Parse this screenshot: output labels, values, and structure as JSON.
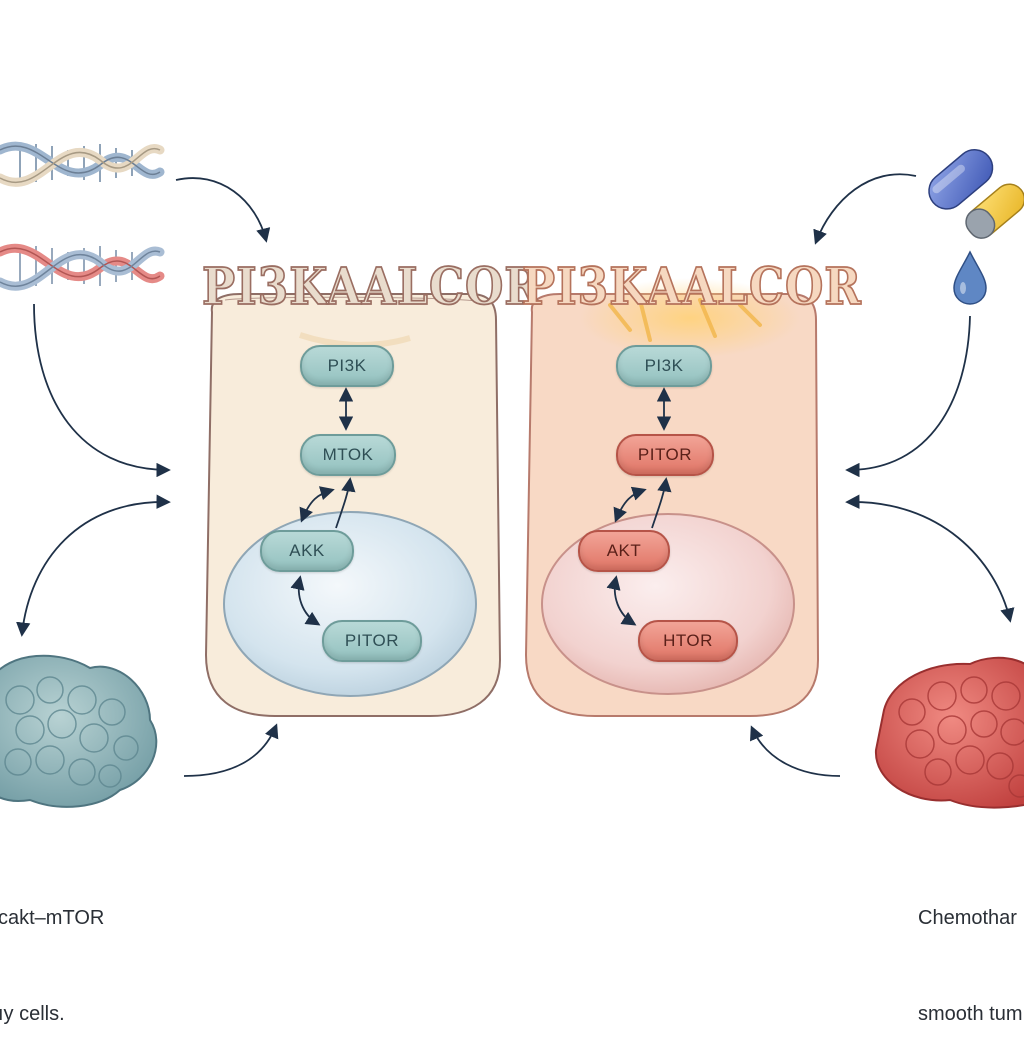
{
  "cells": {
    "left": {
      "title": "PI3KAALCOR",
      "proteins": {
        "top": "PI3K",
        "middle": "MTOK",
        "nucleus_left": "AKK",
        "nucleus_right": "PITOR"
      }
    },
    "right": {
      "title": "PI3KAALCOR",
      "proteins": {
        "top": "PI3K",
        "middle": "PITOR",
        "nucleus_left": "AKT",
        "nucleus_right": "HTOR"
      }
    }
  },
  "captions": {
    "left_line1": "cakt–mTOR",
    "left_line2": "ıy cells.",
    "right_line1": "Chemothar",
    "right_line2": "smooth tum"
  },
  "colors": {
    "arrow": "#1f3148",
    "cell_left_fill": "#f8ecdb",
    "cell_right_fill": "#f8d9c5",
    "nucleus_left": "#dce9f2",
    "nucleus_right": "#f5d6d1",
    "tumor_left": "#8fb0b4",
    "tumor_right": "#d95a57"
  },
  "icons": [
    "dna-helix-icon",
    "dna-helix-icon",
    "capsule-icon",
    "capsule-icon",
    "drop-icon",
    "tumor-icon",
    "tumor-icon"
  ]
}
